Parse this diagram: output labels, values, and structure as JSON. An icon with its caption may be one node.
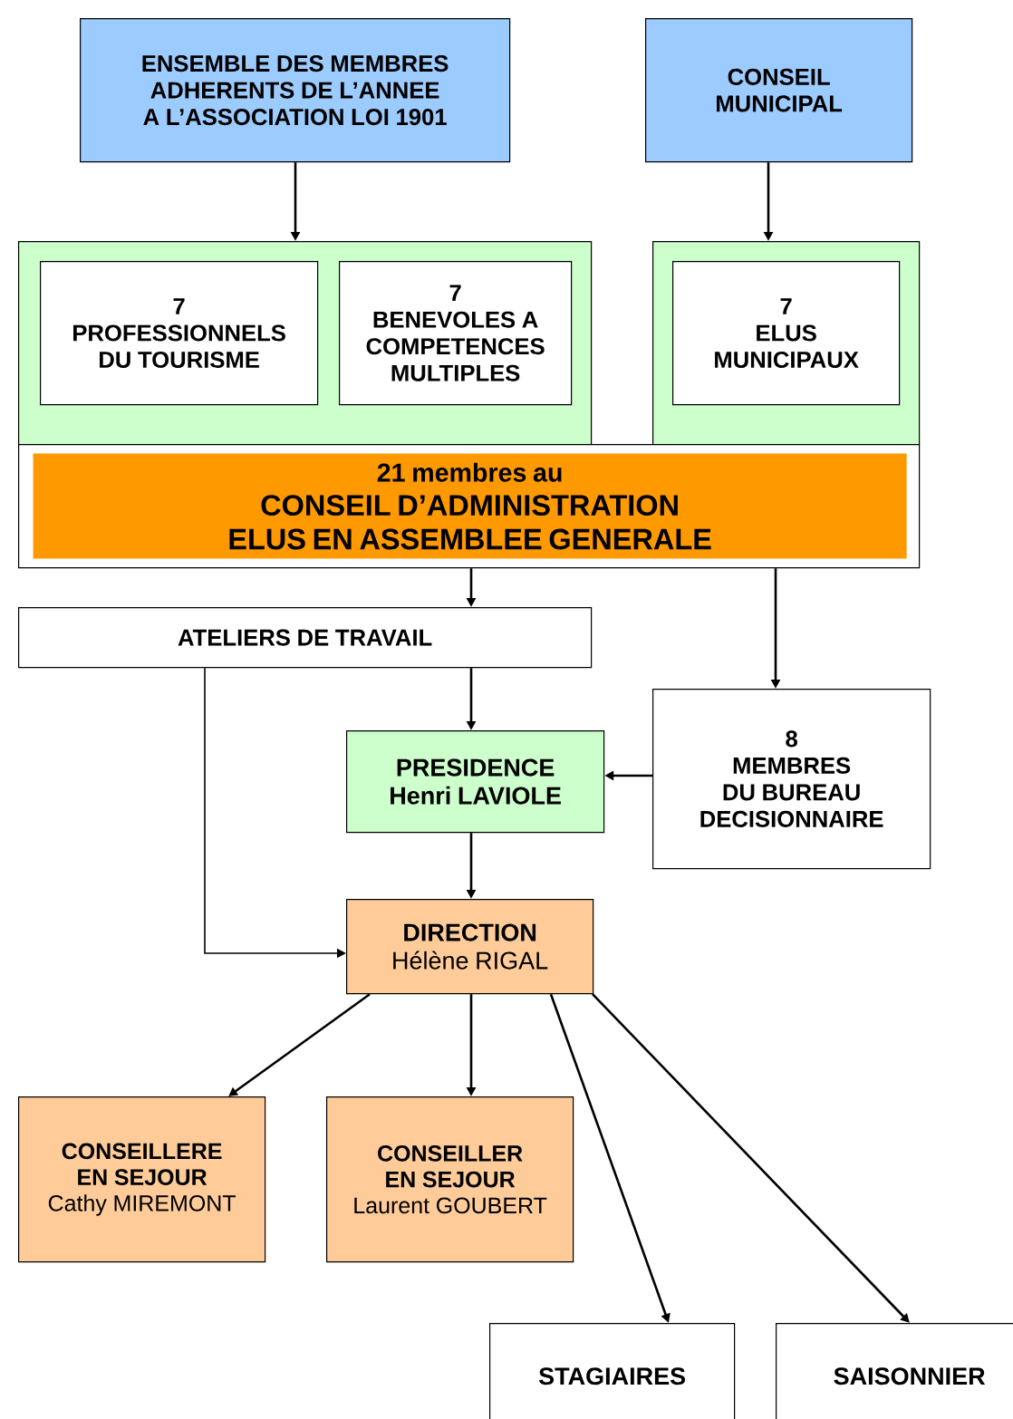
{
  "diagram": {
    "nodes": [
      {
        "text": [
          "ENSEMBLE DES MEMBRES ADHERENTS DE L’ANNEE A L’ASSOCIATION LOI 1901"
        ]
      },
      {
        "text": [
          "CONSEIL MUNICIPAL"
        ]
      },
      {
        "text": [],
        "shape": "box"
      },
      {
        "text": [
          "7",
          "PROFESSIONNELS DU TOURISME"
        ],
        "in": 2
      },
      {
        "text": [
          "7",
          "BENEVOLES A COMPETENCES MULTIPLES"
        ],
        "in": 2
      },
      {
        "text": [],
        "shape": "box"
      },
      {
        "text": [
          "7",
          "ELUS MUNICIPAUX"
        ],
        "in": 5
      },
      {
        "text": [],
        "shape": "box"
      },
      {
        "text": [
          "21 membres au",
          "CONSEIL D’ADMINISTRATION ELUS EN ASSEMBLEE GENERALE"
        ],
        "in": 7
      },
      {
        "text": [
          "ATELIERS DE TRAVAIL"
        ]
      },
      {
        "text": [
          "8",
          "MEMBRES DU BUREAU DECISIONNAIRE"
        ]
      },
      {
        "text": [
          "PRESIDENCE",
          "Henri LAVIOLE"
        ]
      },
      {
        "text": [
          "DIRECTION",
          "Hélène RIGAL"
        ]
      },
      {
        "text": [
          "CONSEILLERE EN SEJOUR",
          "Cathy MIREMONT"
        ]
      },
      {
        "text": [
          "CONSEILLER EN SEJOUR",
          "Laurent GOUBERT"
        ]
      },
      {
        "text": [
          "STAGIAIRES"
        ]
      },
      {
        "text": [
          "SAISONNIER"
        ]
      }
    ],
    "edges": [
      {
        "from": 0,
        "to": 2,
        "arrow": "to"
      },
      {
        "from": 1,
        "to": 5,
        "arrow": "to"
      },
      {
        "from": 7,
        "to": 9,
        "arrow": "to"
      },
      {
        "from": 7,
        "to": 10,
        "arrow": "to"
      },
      {
        "from": 9,
        "to": 11,
        "arrow": "to"
      },
      {
        "from": 10,
        "to": 11,
        "arrow": "to"
      },
      {
        "from": 11,
        "to": 12,
        "arrow": "to"
      },
      {
        "from": 9,
        "to": 12,
        "arrow": "to"
      },
      {
        "from": 12,
        "to": 13,
        "arrow": "to"
      },
      {
        "from": 12,
        "to": 14,
        "arrow": "to"
      },
      {
        "from": 12,
        "to": 15,
        "arrow": "to"
      },
      {
        "from": 12,
        "to": 16,
        "arrow": "to"
      }
    ]
  }
}
